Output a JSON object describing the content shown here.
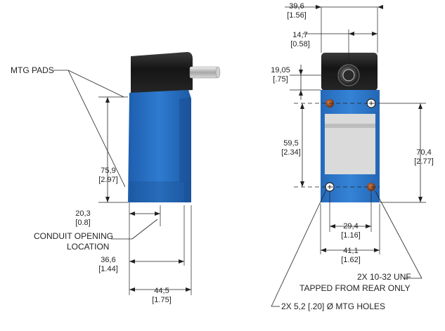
{
  "labels": {
    "mtg_pads": "MTG PADS",
    "conduit_line1": "CONDUIT OPENING",
    "conduit_line2": "LOCATION",
    "tapped_line1": "2X 10-32 UNF",
    "tapped_line2": "TAPPED FROM REAR ONLY",
    "mtg_holes": "2X 5,2 [.20]  Ø  MTG HOLES"
  },
  "dims": {
    "d39_6": {
      "mm": "39,6",
      "in": "[1.56]"
    },
    "d14_7": {
      "mm": "14,7",
      "in": "[0.58]"
    },
    "d19_05": {
      "mm": "19,05",
      "in": "[.75]"
    },
    "d59_5": {
      "mm": "59,5",
      "in": "[2.34]"
    },
    "d70_4": {
      "mm": "70,4",
      "in": "[2.77]"
    },
    "d29_4": {
      "mm": "29,4",
      "in": "[1.16]"
    },
    "d41_1": {
      "mm": "41,1",
      "in": "[1.62]"
    },
    "d75_9": {
      "mm": "75,9",
      "in": "[2.97]"
    },
    "d20_3": {
      "mm": "20,3",
      "in": "[0.8]"
    },
    "d36_6": {
      "mm": "36,6",
      "in": "[1.44]"
    },
    "d44_5": {
      "mm": "44,5",
      "in": "[1.75]"
    }
  },
  "colors": {
    "body_blue": "#2b74c9",
    "body_blue_dark": "#1c5aa6",
    "head_black": "#1e1e1e",
    "label_plate": "#dcdcdc",
    "screw_copper": "#9a4a22"
  }
}
